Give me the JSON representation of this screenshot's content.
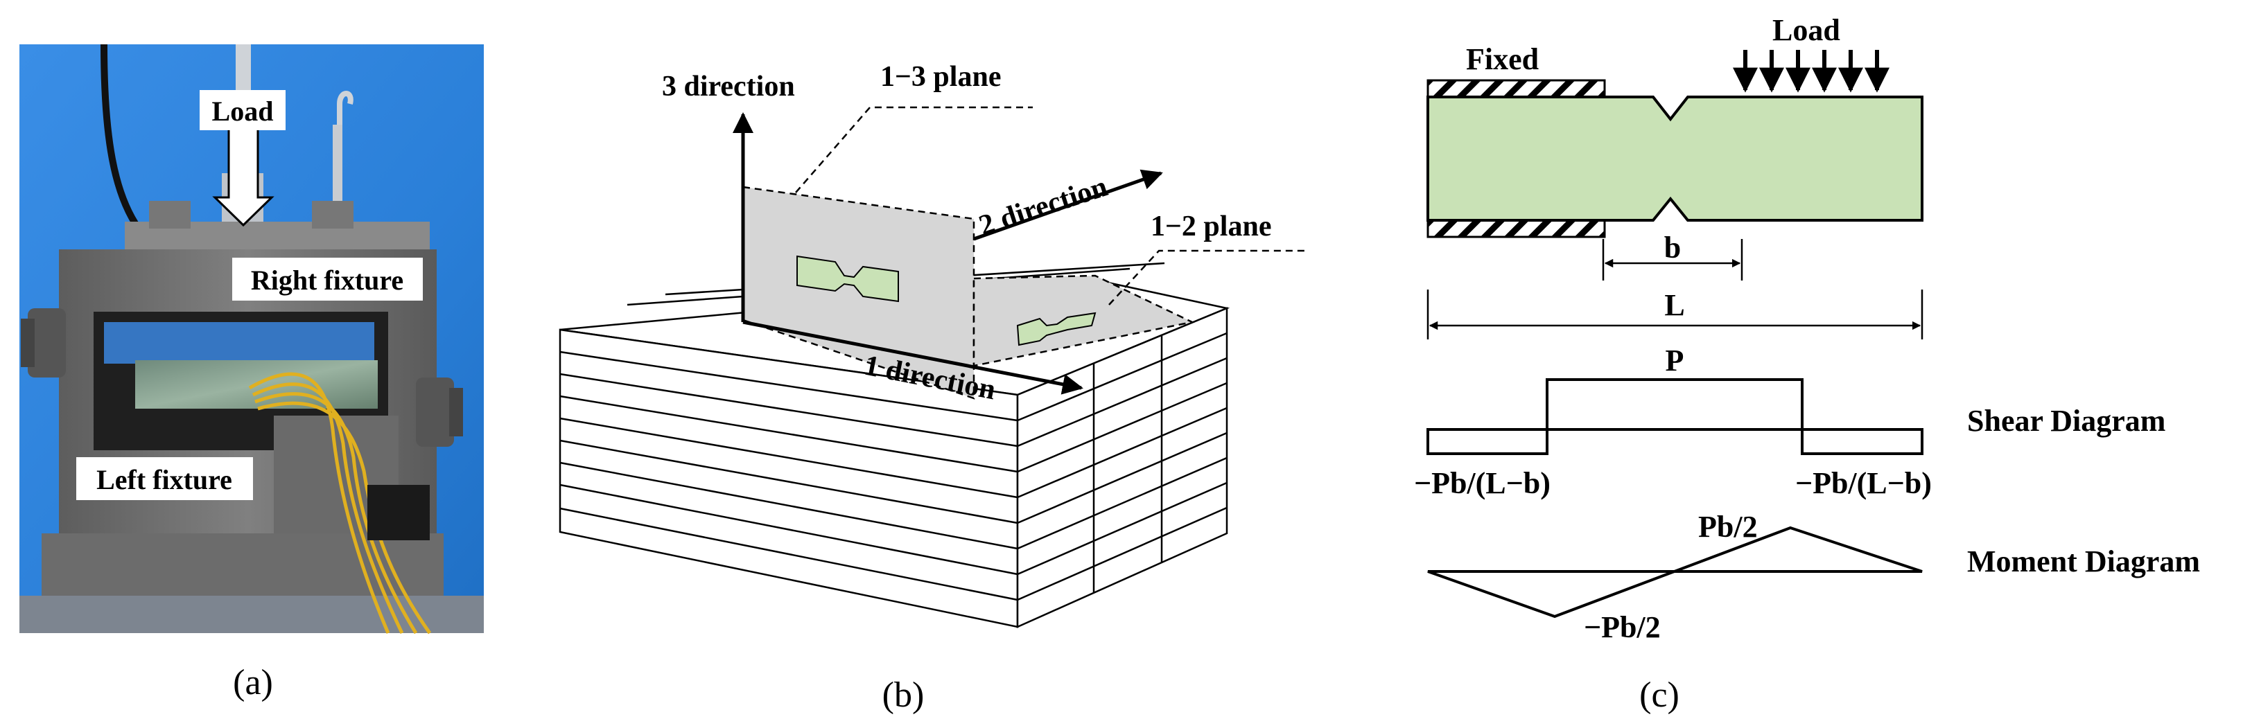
{
  "panel_a": {
    "caption": "(a)",
    "label_load": "Load",
    "label_right_fixture": "Right fixture",
    "label_left_fixture": "Left fixture"
  },
  "panel_b": {
    "caption": "(b)",
    "label_3_direction": "3 direction",
    "label_13_plane": "1−3 plane",
    "label_2_direction": "2 direction",
    "label_12_plane": "1−2 plane",
    "label_1_direction": "1 direction"
  },
  "panel_c": {
    "caption": "(c)",
    "label_fixed": "Fixed",
    "label_load": "Load",
    "label_b": "b",
    "label_L": "L",
    "label_P": "P",
    "label_shear_left": "−Pb/(L−b)",
    "label_shear_right": "−Pb/(L−b)",
    "label_shear_diagram": "Shear Diagram",
    "label_moment_pos": "Pb/2",
    "label_moment_neg": "−Pb/2",
    "label_moment_diagram": "Moment Diagram"
  },
  "colors": {
    "specimen_fill": "#c9e2b6",
    "plane_fill": "#d6d6d6",
    "photo_background": "#2a7fd8",
    "fixture_metal": "#6f6f6f",
    "wire_yellow": "#e0b020"
  }
}
